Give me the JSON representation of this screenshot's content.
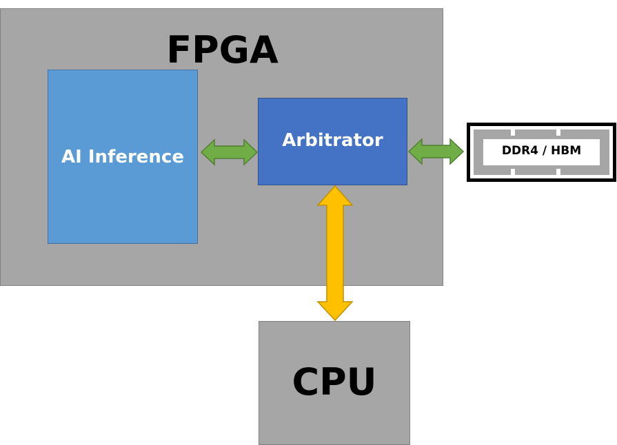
{
  "fpga": {
    "title": "FPGA"
  },
  "ai_block": {
    "label": "AI Inference"
  },
  "arbitrator_block": {
    "label": "Arbitrator"
  },
  "cpu": {
    "label": "CPU"
  },
  "memory": {
    "label": "DDR4 / HBM"
  },
  "colors": {
    "fpga_fill": "#a6a6a6",
    "ai_fill": "#5b9bd5",
    "arbitrator_fill": "#4472c4",
    "cpu_fill": "#a6a6a6",
    "green_arrow": "#70ad47",
    "yellow_arrow": "#ffc000"
  },
  "connections": [
    {
      "from": "AI Inference",
      "to": "Arbitrator",
      "type": "bidirectional",
      "color": "green"
    },
    {
      "from": "Arbitrator",
      "to": "DDR4 / HBM",
      "type": "bidirectional",
      "color": "green"
    },
    {
      "from": "Arbitrator",
      "to": "CPU",
      "type": "bidirectional",
      "color": "yellow"
    }
  ]
}
